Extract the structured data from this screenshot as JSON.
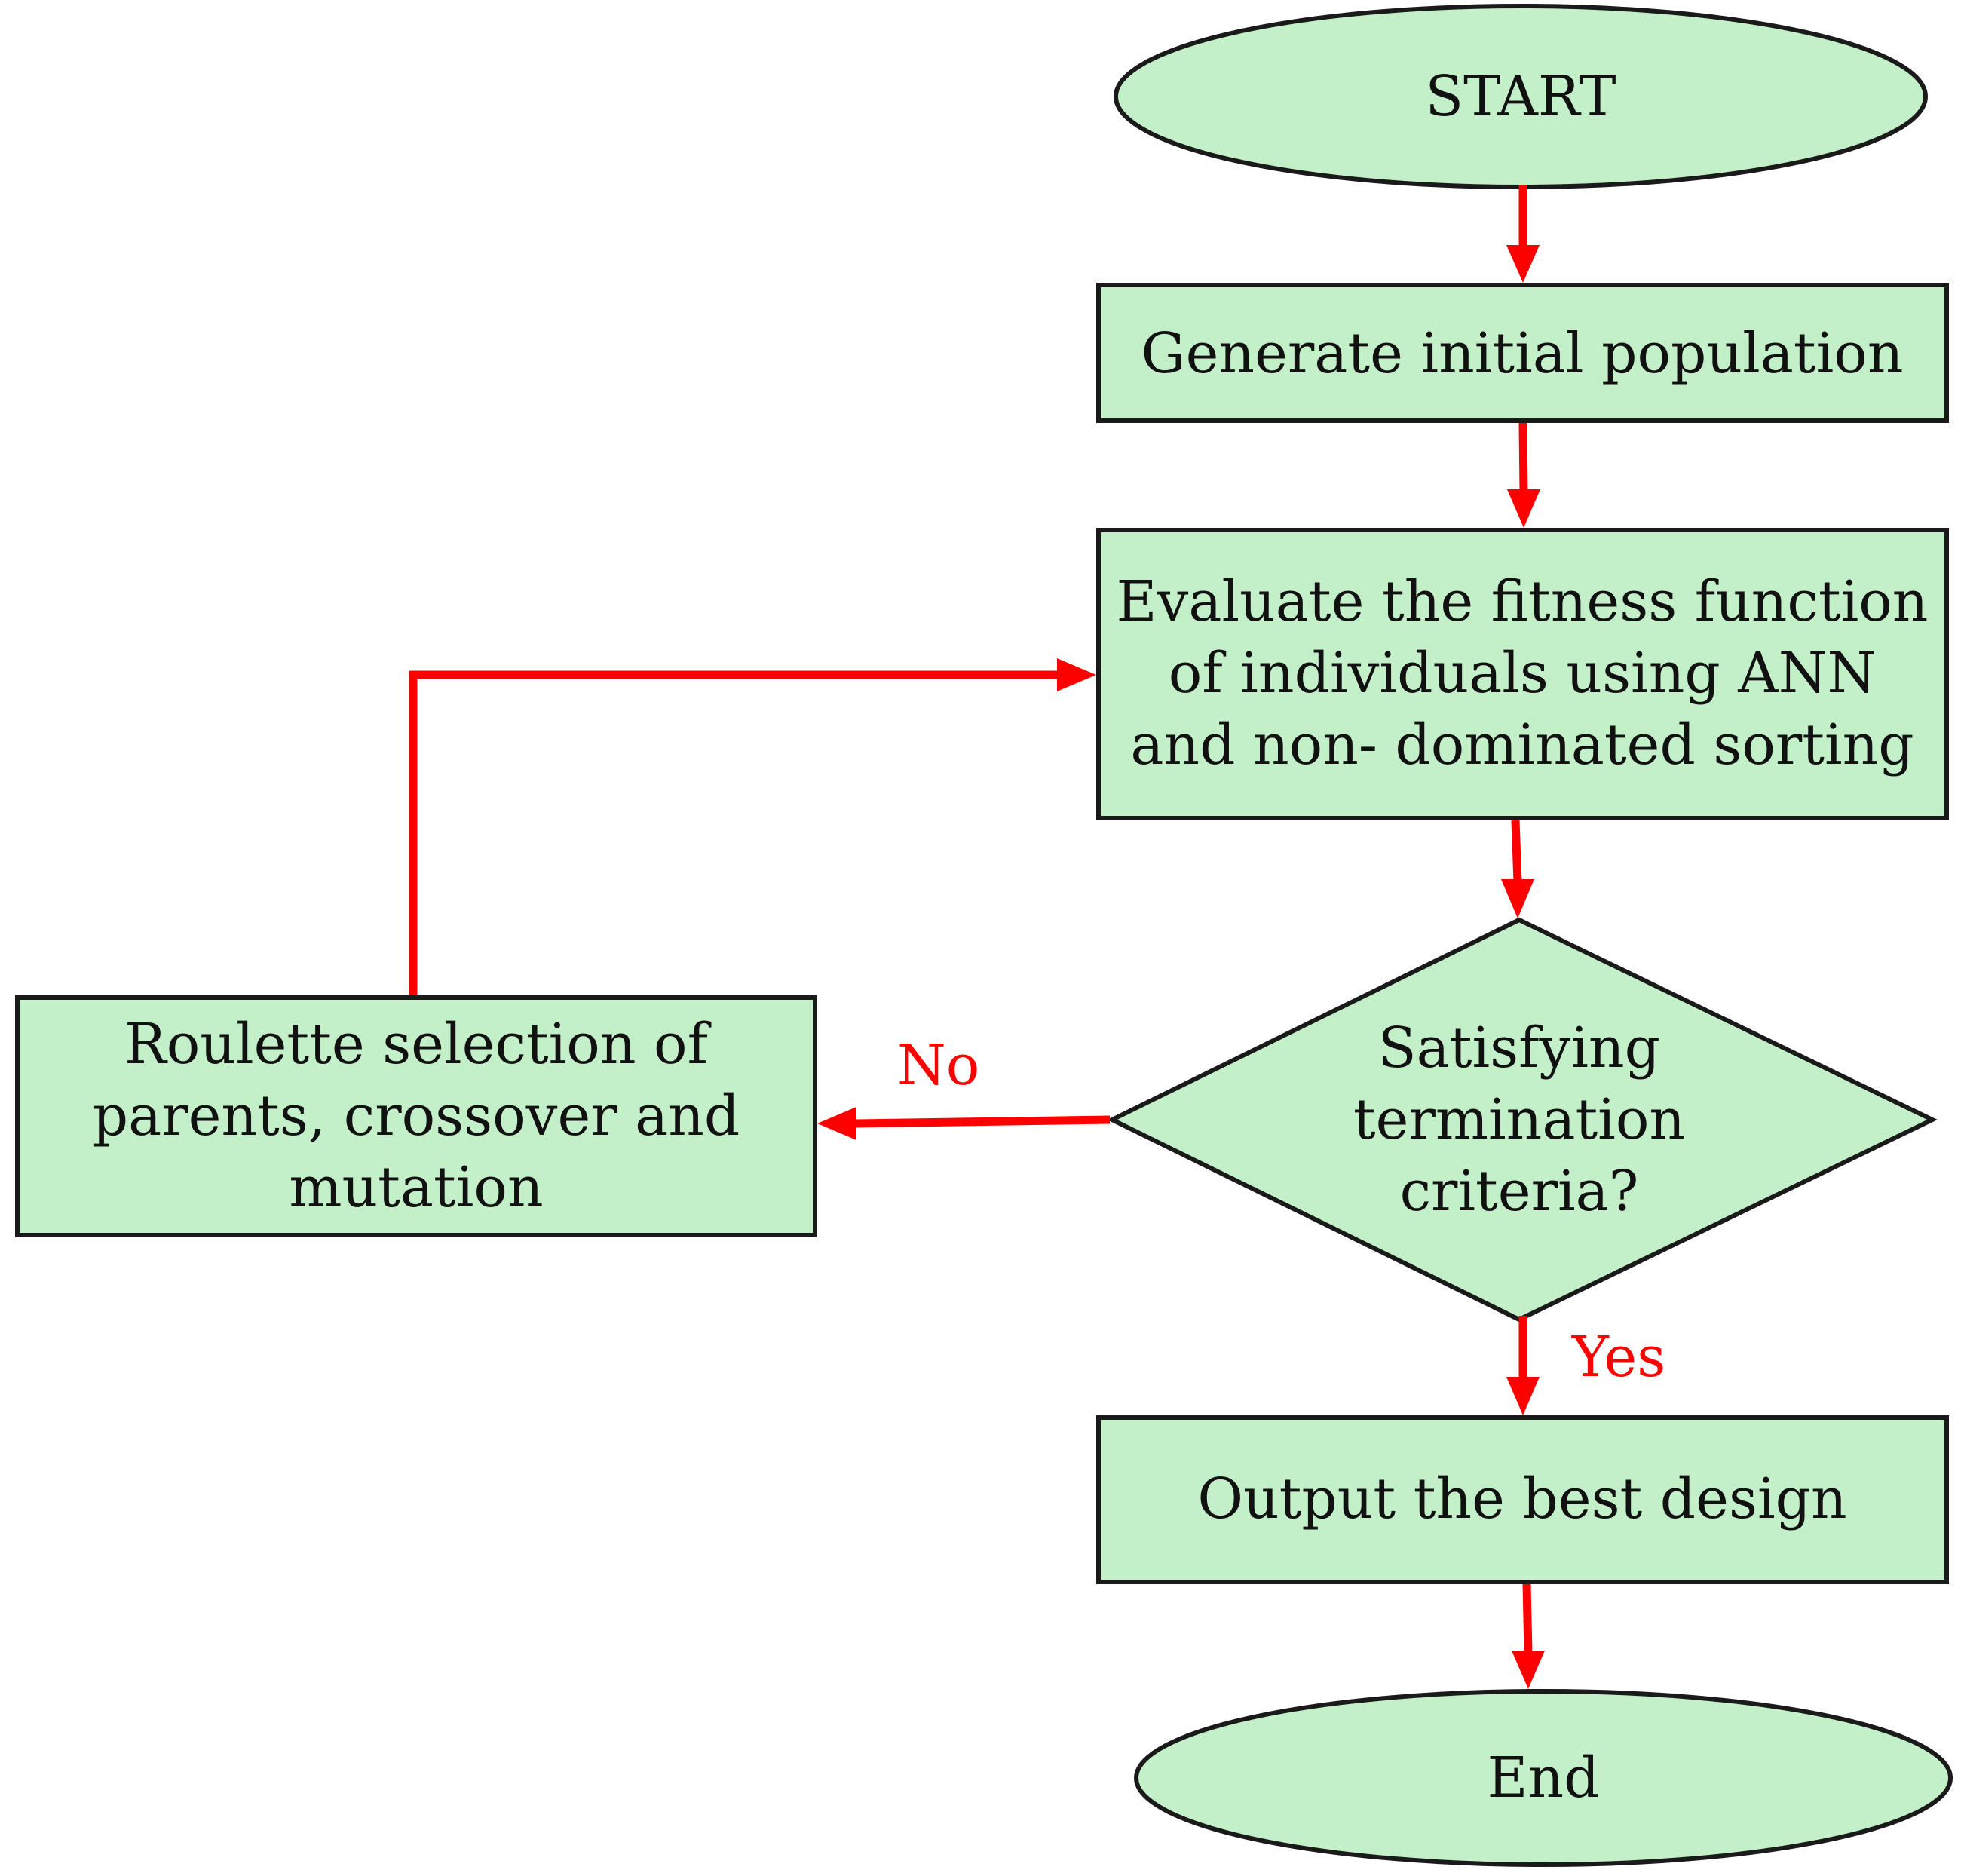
{
  "nodes": {
    "start": {
      "label": "START"
    },
    "generate": {
      "label": "Generate initial population"
    },
    "evaluate": {
      "lines": [
        "Evaluate the fitness function",
        "of individuals using ANN",
        "and non- dominated sorting"
      ]
    },
    "decision": {
      "lines": [
        "Satisfying",
        "termination",
        "criteria?"
      ]
    },
    "selection": {
      "lines": [
        "Roulette selection of",
        "parents, crossover and",
        "mutation"
      ]
    },
    "output": {
      "label": "Output the best design"
    },
    "end": {
      "label": "End"
    }
  },
  "edges": {
    "no_label": "No",
    "yes_label": "Yes"
  },
  "colors": {
    "node_fill": "#c3f0c8",
    "arrow": "#ff0000",
    "edge_label": "#ff0000",
    "outline": "#1a1a1a"
  }
}
